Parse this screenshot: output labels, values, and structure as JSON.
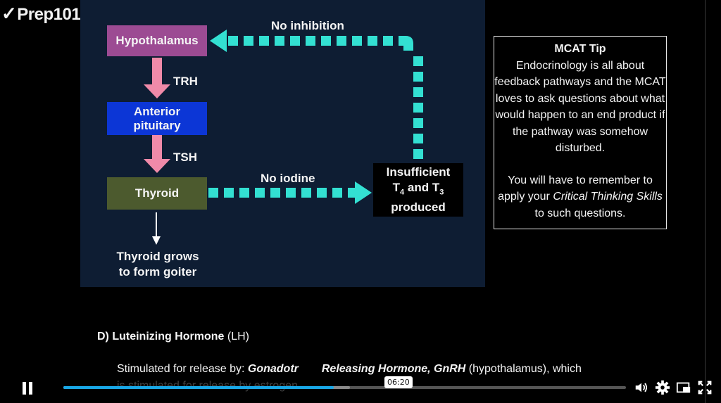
{
  "logo": {
    "check": "✓",
    "text": "Prep101"
  },
  "diagram": {
    "hypothalamus": "Hypothalamus",
    "anterior_pituitary_line1": "Anterior",
    "anterior_pituitary_line2": "pituitary",
    "thyroid": "Thyroid",
    "trh": "TRH",
    "tsh": "TSH",
    "no_inhibition": "No inhibition",
    "no_iodine": "No iodine",
    "insufficient_line1": "Insufficient",
    "insufficient_t4": "T",
    "insufficient_sub4": "4",
    "insufficient_and": " and T",
    "insufficient_sub3": "3",
    "insufficient_line3": "produced",
    "goiter_line1": "Thyroid grows",
    "goiter_line2": "to form goiter",
    "colors": {
      "hypothalamus": "#9c4b93",
      "pituitary": "#0c36d6",
      "thyroid": "#4c5a2e",
      "arrow_pink": "#f08aa9",
      "dash_cyan": "#33e0d2"
    }
  },
  "tip": {
    "title": "MCAT Tip",
    "body": "Endocrinology is all about feedback pathways and the MCAT loves to ask questions about what would happen to an end product if the pathway was somehow disturbed.",
    "p2_pre": "You will have to remember to apply your ",
    "p2_em": "Critical Thinking Skills",
    "p2_post": " to such questions."
  },
  "notes": {
    "heading_bold": "D) Luteinizing Hormone",
    "heading_rest": " (LH)",
    "para_pre": "Stimulated for release by: ",
    "para_bold1": "Gonadotr",
    "para_bold2": "Releasing Hormone, GnRH",
    "para_rest": " (hypothalamus), which",
    "para2": "is stimulated for release by estrogen"
  },
  "player": {
    "time": "06:20",
    "progress_fraction": 0.48,
    "buffered_fraction": 0.51
  }
}
